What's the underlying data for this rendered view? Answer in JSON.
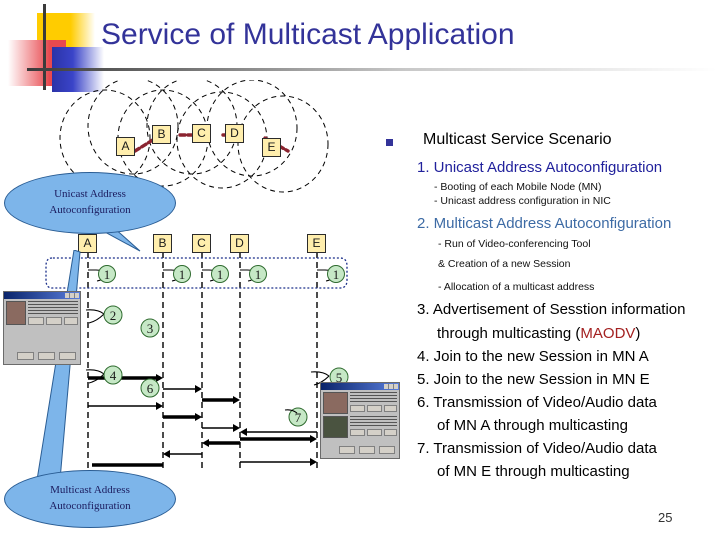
{
  "slide": {
    "title": "Service of Multicast Application",
    "page_number": "25"
  },
  "right_panel": {
    "bullet_icon": "square-bullet-icon",
    "heading": "Multicast Service Scenario",
    "step1": "1. Unicast Address Autoconfiguration",
    "step1_sub_a": "- Booting of each Mobile Node (MN)",
    "step1_sub_b": "- Unicast address configuration in NIC",
    "step2": "2. Multicast Address Autoconfiguration",
    "step2_sub_a": "- Run of Video-conferencing Tool",
    "step2_sub_b": "& Creation of a new Session",
    "step2_sub_c": "- Allocation of a multicast address",
    "step3_line1_pre": "3. Advertisement of Sesstion information",
    "step3_line2_pre": "through multicasting (",
    "step3_highlight": "MAODV",
    "step3_line2_post": ")",
    "step4": "4. Join to the new Session in MN A",
    "step5": "5. Join to the new Session in MN E",
    "step6_line1": "6. Transmission of Video/Audio data",
    "step6_line2": "of MN A through multicasting",
    "step7_line1": "7. Transmission of Video/Audio data",
    "step7_line2": "of MN E through multicasting"
  },
  "diagram": {
    "topology_nodes": [
      "A",
      "B",
      "C",
      "D",
      "E"
    ],
    "sequence_nodes": [
      "A",
      "B",
      "C",
      "D",
      "E"
    ],
    "event_markers": [
      "1",
      "1",
      "1",
      "1",
      "1",
      "2",
      "3",
      "4",
      "5",
      "6",
      "7"
    ],
    "callout_top": {
      "line1": "Unicast Address",
      "line2": "Autoconfiguration"
    },
    "callout_bottom": {
      "line1": "Multicast Address",
      "line2": "Autoconfiguration"
    },
    "thumbnail_left_name": "video-conference-window-thumbnail",
    "thumbnail_right_name": "video-conference-window-thumbnail"
  },
  "colors": {
    "title": "#333399",
    "step1": "#21219c",
    "step2": "#3d6ba5",
    "highlight": "#a32020",
    "node_fill": "#ffeead",
    "marker_fill": "#c6e8c6",
    "callout_fill": "#7db5ea",
    "link": "#8b2430"
  }
}
